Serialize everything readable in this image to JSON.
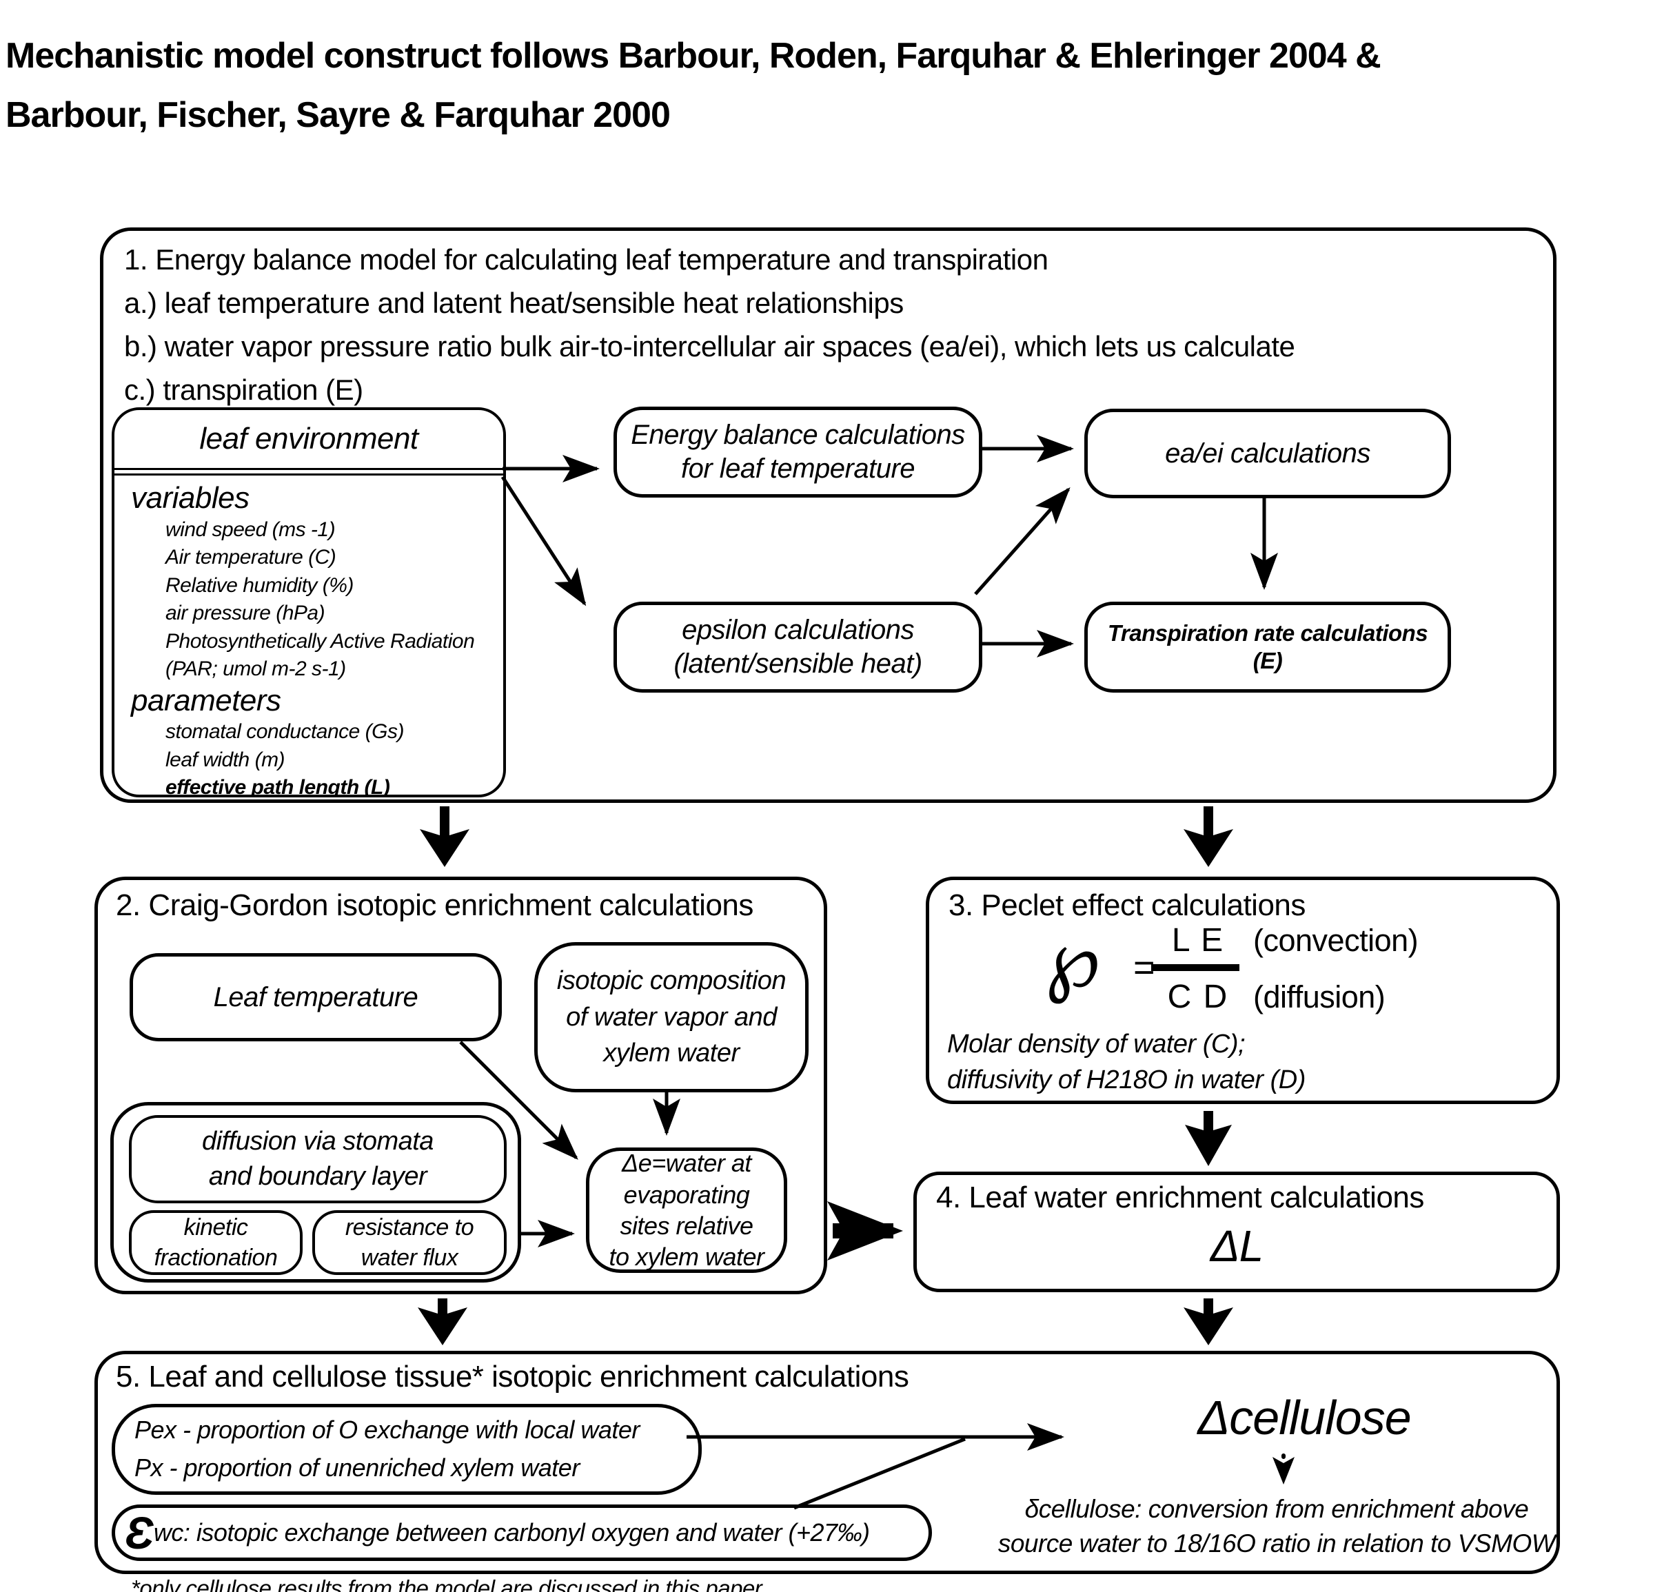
{
  "title": {
    "line1": "Mechanistic model construct follows Barbour, Roden, Farquhar & Ehleringer 2004 &",
    "line2": "Barbour, Fischer, Sayre & Farquhar 2000"
  },
  "section1": {
    "heading": [
      "1. Energy balance model for calculating leaf temperature and transpiration",
      "a.) leaf temperature and latent heat/sensible heat relationships",
      "b.) water vapor pressure ratio bulk air-to-intercellular air spaces (ea/ei), which lets us calculate",
      "c.) transpiration (E)"
    ],
    "leaf_environment": {
      "title": "leaf environment",
      "variables_label": "variables",
      "variables": [
        "wind speed (ms -1)",
        "Air temperature (C)",
        "Relative humidity (%)",
        "air pressure (hPa)",
        "Photosynthetically Active Radiation",
        "(PAR; umol m-2 s-1)"
      ],
      "parameters_label": "parameters",
      "parameters": [
        "stomatal conductance (Gs)",
        "leaf width (m)"
      ],
      "parameter_bold": "effective path length (L)"
    },
    "energy_balance": [
      "Energy balance calculations",
      "for leaf temperature"
    ],
    "ea_ei": "ea/ei calculations",
    "epsilon": [
      "epsilon calculations",
      "(latent/sensible heat)"
    ],
    "transpiration": [
      "Transpiration rate calculations",
      "(E)"
    ]
  },
  "section2": {
    "title": "2. Craig-Gordon isotopic enrichment calculations",
    "leaf_temperature": "Leaf temperature",
    "isotopic_composition": [
      "isotopic composition",
      "of water vapor and",
      "xylem water"
    ],
    "diffusion": [
      "diffusion via stomata",
      "and boundary layer"
    ],
    "kinetic": [
      "kinetic",
      "fractionation"
    ],
    "resistance": [
      "resistance to",
      "water flux"
    ],
    "delta_e": [
      "Δe=water at",
      "evaporating",
      "sites relative",
      "to xylem water"
    ]
  },
  "section3": {
    "title": "3. Peclet effect calculations",
    "formula": {
      "symbol": "℘",
      "equals": "=",
      "numerator": "L E",
      "numerator_note": "(convection)",
      "denominator": "C D",
      "denominator_note": "(diffusion)"
    },
    "notes": [
      "Molar density of water (C);",
      "diffusivity of H218O in water (D)"
    ]
  },
  "section4": {
    "title": "4. Leaf water enrichment calculations",
    "symbol": "ΔL"
  },
  "section5": {
    "title": "5. Leaf and cellulose tissue* isotopic enrichment calculations",
    "pex_lines": [
      "Pex - proportion of O exchange with local water",
      "Px - proportion of unenriched xylem water"
    ],
    "ewc_epsilon": "Ɛ",
    "ewc_text": "wc: isotopic exchange between carbonyl oxygen and water (+27‰)",
    "delta_cellulose": "Δcellulose",
    "delta_notes": [
      "δcellulose: conversion from enrichment above",
      "source water to 18/16O ratio in relation to VSMOW"
    ]
  },
  "footnote": "*only cellulose results from the model are discussed in this paper"
}
